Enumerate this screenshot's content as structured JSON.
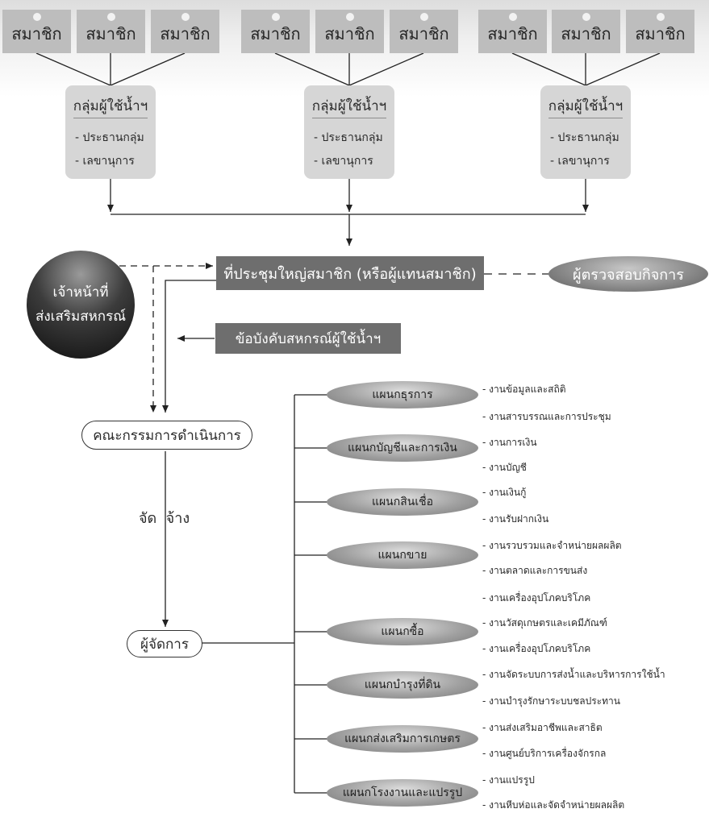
{
  "member_label": "สมาชิก",
  "groups": [
    {
      "title": "กลุ่มผู้ใช้น้ำฯ",
      "role1": "- ประธานกลุ่ม",
      "role2": "- เลขานุการ"
    },
    {
      "title": "กลุ่มผู้ใช้น้ำฯ",
      "role1": "- ประธานกลุ่ม",
      "role2": "- เลขานุการ"
    },
    {
      "title": "กลุ่มผู้ใช้น้ำฯ",
      "role1": "- ประธานกลุ่ม",
      "role2": "- เลขานุการ"
    }
  ],
  "assembly": "ที่ประชุมใหญ่สมาชิก (หรือผู้แทนสมาชิก)",
  "auditor": "ผู้ตรวจสอบกิจการ",
  "promotion_officer_line1": "เจ้าหน้าที่",
  "promotion_officer_line2": "ส่งเสริมสหกรณ์",
  "bylaws": "ข้อบังคับสหกรณ์ผู้ใช้น้ำฯ",
  "committee": "คณะกรรมการดำเนินการ",
  "hire_label": "จัด  จ้าง",
  "manager": "ผู้จัดการ",
  "departments": [
    {
      "name": "แผนกธุรการ",
      "tasks": [
        "- งานข้อมูลและสถิติ",
        "- งานสารบรรณและการประชุม"
      ]
    },
    {
      "name": "แผนกบัญชีและการเงิน",
      "tasks": [
        "- งานการเงิน",
        "- งานบัญชี"
      ]
    },
    {
      "name": "แผนกสินเชื่อ",
      "tasks": [
        "- งานเงินกู้",
        "- งานรับฝากเงิน"
      ]
    },
    {
      "name": "แผนกขาย",
      "tasks": [
        "- งานรวบรวมและจำหน่ายผลผลิต",
        "- งานตลาดและการขนส่ง",
        "- งานเครื่องอุปโภคบริโภค"
      ]
    },
    {
      "name": "แผนกซื้อ",
      "tasks": [
        "- งานวัสดุเกษตรและเคมีภัณฑ์",
        "- งานเครื่องอุปโภคบริโภค"
      ]
    },
    {
      "name": "แผนกบำรุงที่ดิน",
      "tasks": [
        "- งานจัดระบบการส่งน้ำและบริหารการใช้น้ำ",
        "- งานบำรุงรักษาระบบชลประทาน"
      ]
    },
    {
      "name": "แผนกส่งเสริมการเกษตร",
      "tasks": [
        "- งานส่งเสริมอาชีพและสาธิต",
        "- งานศูนย์บริการเครื่องจักรกล"
      ]
    },
    {
      "name": "แผนกโรงงานและแปรรูป",
      "tasks": [
        "- งานแปรรูป",
        "- งานหีบห่อและจัดจำหน่ายผลผลิต"
      ]
    }
  ]
}
